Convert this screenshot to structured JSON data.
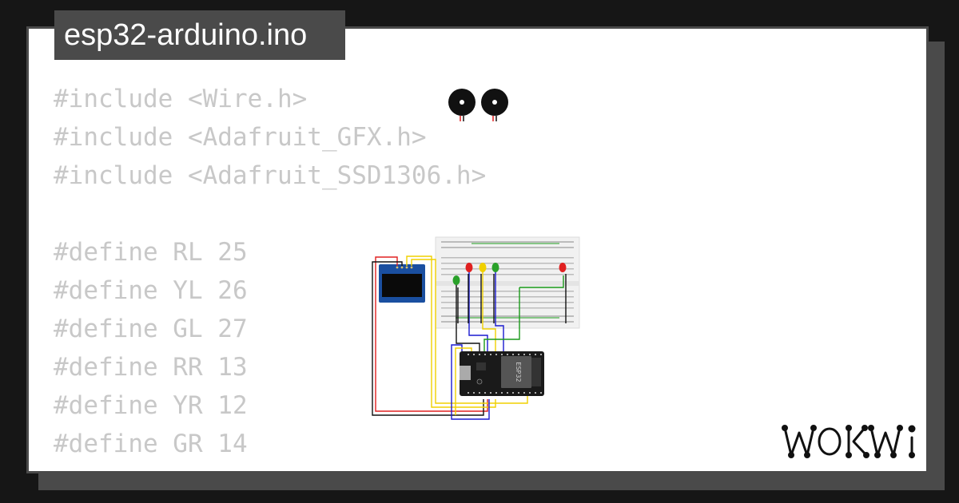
{
  "title": "esp32-arduino.ino",
  "code_lines": [
    "#include <Wire.h>",
    "#include <Adafruit_GFX.h>",
    "#include <Adafruit_SSD1306.h>",
    "",
    "#define RL 25",
    "#define YL 26",
    "#define GL 27",
    "#define RR 13",
    "#define YR 12",
    "#define GR 14"
  ],
  "circuit": {
    "board_label": "ESP32",
    "icons": [
      "buzzer-icon",
      "buzzer-icon",
      "oled-display-icon",
      "breadboard-icon",
      "led-icon",
      "esp32-board-icon"
    ],
    "led_colors": [
      "#2aa12a",
      "#e02020",
      "#f0d000",
      "#2aa12a",
      "#e02020"
    ],
    "wire_colors": {
      "red": "#e02020",
      "black": "#111111",
      "yellow": "#f0d000",
      "blue": "#1a1ad0",
      "green": "#1a9a1a"
    }
  },
  "logo_text": "WOKWi"
}
